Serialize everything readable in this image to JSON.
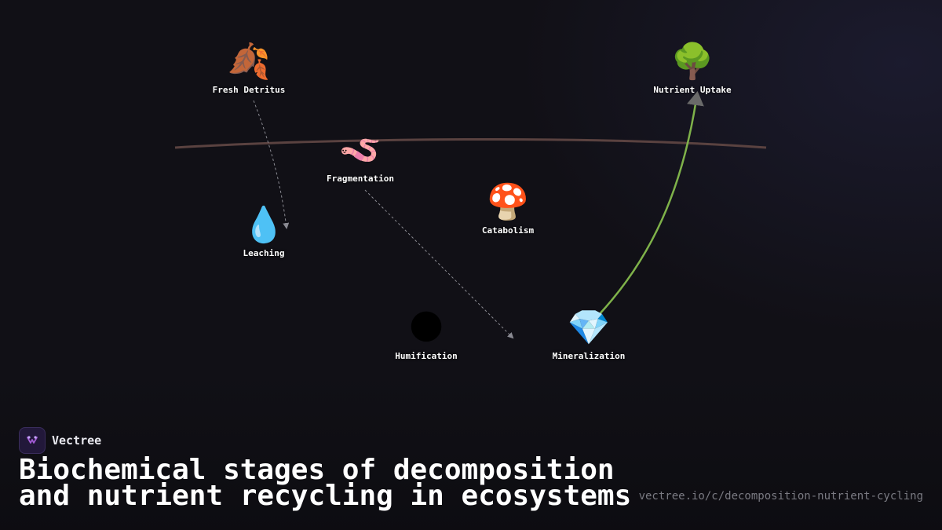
{
  "brand": {
    "name": "Vectree"
  },
  "title": {
    "line1": "Biochemical stages of decomposition",
    "line2": "and nutrient recycling in ecosystems"
  },
  "url": "vectree.io/c/decomposition-nutrient-cycling",
  "nodes": {
    "fresh_detritus": {
      "emoji": "🍂",
      "label": "Fresh Detritus"
    },
    "fragmentation": {
      "emoji": "🪱",
      "label": "Fragmentation"
    },
    "leaching": {
      "emoji": "💧",
      "label": "Leaching"
    },
    "catabolism": {
      "emoji": "🍄",
      "label": "Catabolism"
    },
    "humification": {
      "emoji": "🌑",
      "label": "Humification"
    },
    "mineralization": {
      "emoji": "💎",
      "label": "Mineralization"
    },
    "nutrient_uptake": {
      "emoji": "🌳",
      "label": "Nutrient Uptake"
    }
  },
  "colors": {
    "soil_line": "#5a4240",
    "uptake_arrow": "#7fb24a",
    "dashed_arrow": "#8a8a92"
  }
}
